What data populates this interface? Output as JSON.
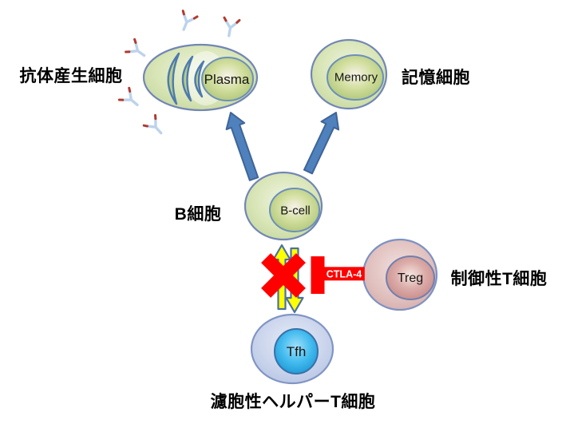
{
  "diagram": {
    "background": "#ffffff",
    "labels": {
      "antibody_producing_cell": "抗体産生細胞",
      "memory_cell": "記憶細胞",
      "b_cell": "B細胞",
      "regulatory_t_cell": "制御性T細胞",
      "follicular_helper_t_cell": "濾胞性ヘルパーT細胞"
    },
    "cells": {
      "plasma": {
        "label": "Plasma"
      },
      "memory": {
        "label": "Memory"
      },
      "b": {
        "label": "B-cell"
      },
      "tfh": {
        "label": "Tfh"
      },
      "treg": {
        "label": "Treg"
      }
    },
    "inhibition": {
      "label": "CTLA-4"
    },
    "icons": {
      "antibody": "antibody-y-icon",
      "blocked": "red-x-icon",
      "t_bar": "inhibition-t-bar-icon"
    },
    "colors": {
      "blue_arrow": "#4f81bd",
      "yellow_arrow": "#ffff00",
      "inhibit_red": "#fe0000",
      "green_cell": "#d8e5b6",
      "green_nucleus": "#b5cc7f",
      "tfh_outer": "#c6d1ea",
      "tfh_nucleus": "#2aaae2",
      "treg_outer": "#e0c0be",
      "treg_nucleus": "#d49795",
      "cell_outline": "#7286b5",
      "antibody_body": "#bdd3ec",
      "antibody_tip": "#b23a2e"
    }
  }
}
